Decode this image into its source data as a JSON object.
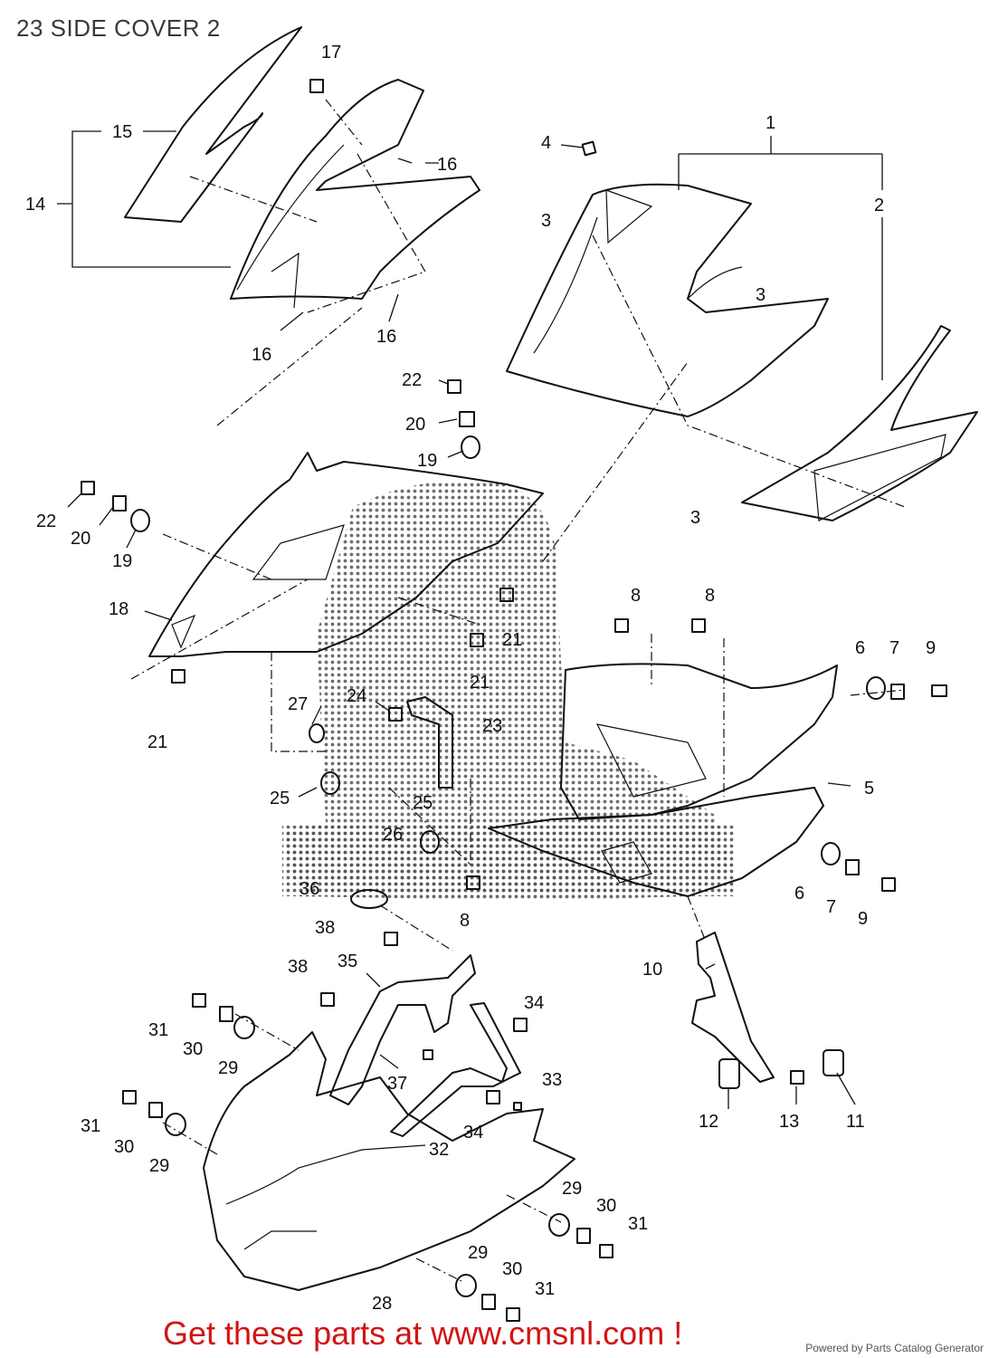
{
  "title": "23 SIDE COVER 2",
  "cta": "Get these parts at www.cmsnl.com !",
  "powered_by": "Powered by Parts Catalog Generator",
  "colors": {
    "cta": "#d21414",
    "line": "#111111",
    "halftone": "#555555"
  },
  "callouts": [
    {
      "id": "c1",
      "label": "1"
    },
    {
      "id": "c2",
      "label": "2"
    },
    {
      "id": "c3a",
      "label": "3"
    },
    {
      "id": "c3b",
      "label": "3"
    },
    {
      "id": "c3c",
      "label": "3"
    },
    {
      "id": "c4",
      "label": "4"
    },
    {
      "id": "c5",
      "label": "5"
    },
    {
      "id": "c6a",
      "label": "6"
    },
    {
      "id": "c6b",
      "label": "6"
    },
    {
      "id": "c7a",
      "label": "7"
    },
    {
      "id": "c7b",
      "label": "7"
    },
    {
      "id": "c8a",
      "label": "8"
    },
    {
      "id": "c8b",
      "label": "8"
    },
    {
      "id": "c8c",
      "label": "8"
    },
    {
      "id": "c9a",
      "label": "9"
    },
    {
      "id": "c9b",
      "label": "9"
    },
    {
      "id": "c10",
      "label": "10"
    },
    {
      "id": "c11",
      "label": "11"
    },
    {
      "id": "c12",
      "label": "12"
    },
    {
      "id": "c13",
      "label": "13"
    },
    {
      "id": "c14",
      "label": "14"
    },
    {
      "id": "c15",
      "label": "15"
    },
    {
      "id": "c16a",
      "label": "16"
    },
    {
      "id": "c16b",
      "label": "16"
    },
    {
      "id": "c16c",
      "label": "16"
    },
    {
      "id": "c17",
      "label": "17"
    },
    {
      "id": "c18",
      "label": "18"
    },
    {
      "id": "c19a",
      "label": "19"
    },
    {
      "id": "c19b",
      "label": "19"
    },
    {
      "id": "c20a",
      "label": "20"
    },
    {
      "id": "c20b",
      "label": "20"
    },
    {
      "id": "c21a",
      "label": "21"
    },
    {
      "id": "c21b",
      "label": "21"
    },
    {
      "id": "c21c",
      "label": "21"
    },
    {
      "id": "c22a",
      "label": "22"
    },
    {
      "id": "c22b",
      "label": "22"
    },
    {
      "id": "c23",
      "label": "23"
    },
    {
      "id": "c24",
      "label": "24"
    },
    {
      "id": "c25a",
      "label": "25"
    },
    {
      "id": "c25b",
      "label": "25"
    },
    {
      "id": "c26",
      "label": "26"
    },
    {
      "id": "c27",
      "label": "27"
    },
    {
      "id": "c28",
      "label": "28"
    },
    {
      "id": "c29a",
      "label": "29"
    },
    {
      "id": "c29b",
      "label": "29"
    },
    {
      "id": "c29c",
      "label": "29"
    },
    {
      "id": "c29d",
      "label": "29"
    },
    {
      "id": "c30a",
      "label": "30"
    },
    {
      "id": "c30b",
      "label": "30"
    },
    {
      "id": "c30c",
      "label": "30"
    },
    {
      "id": "c30d",
      "label": "30"
    },
    {
      "id": "c31a",
      "label": "31"
    },
    {
      "id": "c31b",
      "label": "31"
    },
    {
      "id": "c31c",
      "label": "31"
    },
    {
      "id": "c31d",
      "label": "31"
    },
    {
      "id": "c32",
      "label": "32"
    },
    {
      "id": "c33",
      "label": "33"
    },
    {
      "id": "c34a",
      "label": "34"
    },
    {
      "id": "c34b",
      "label": "34"
    },
    {
      "id": "c35",
      "label": "35"
    },
    {
      "id": "c36",
      "label": "36"
    },
    {
      "id": "c37",
      "label": "37"
    },
    {
      "id": "c38a",
      "label": "38"
    },
    {
      "id": "c38b",
      "label": "38"
    }
  ]
}
